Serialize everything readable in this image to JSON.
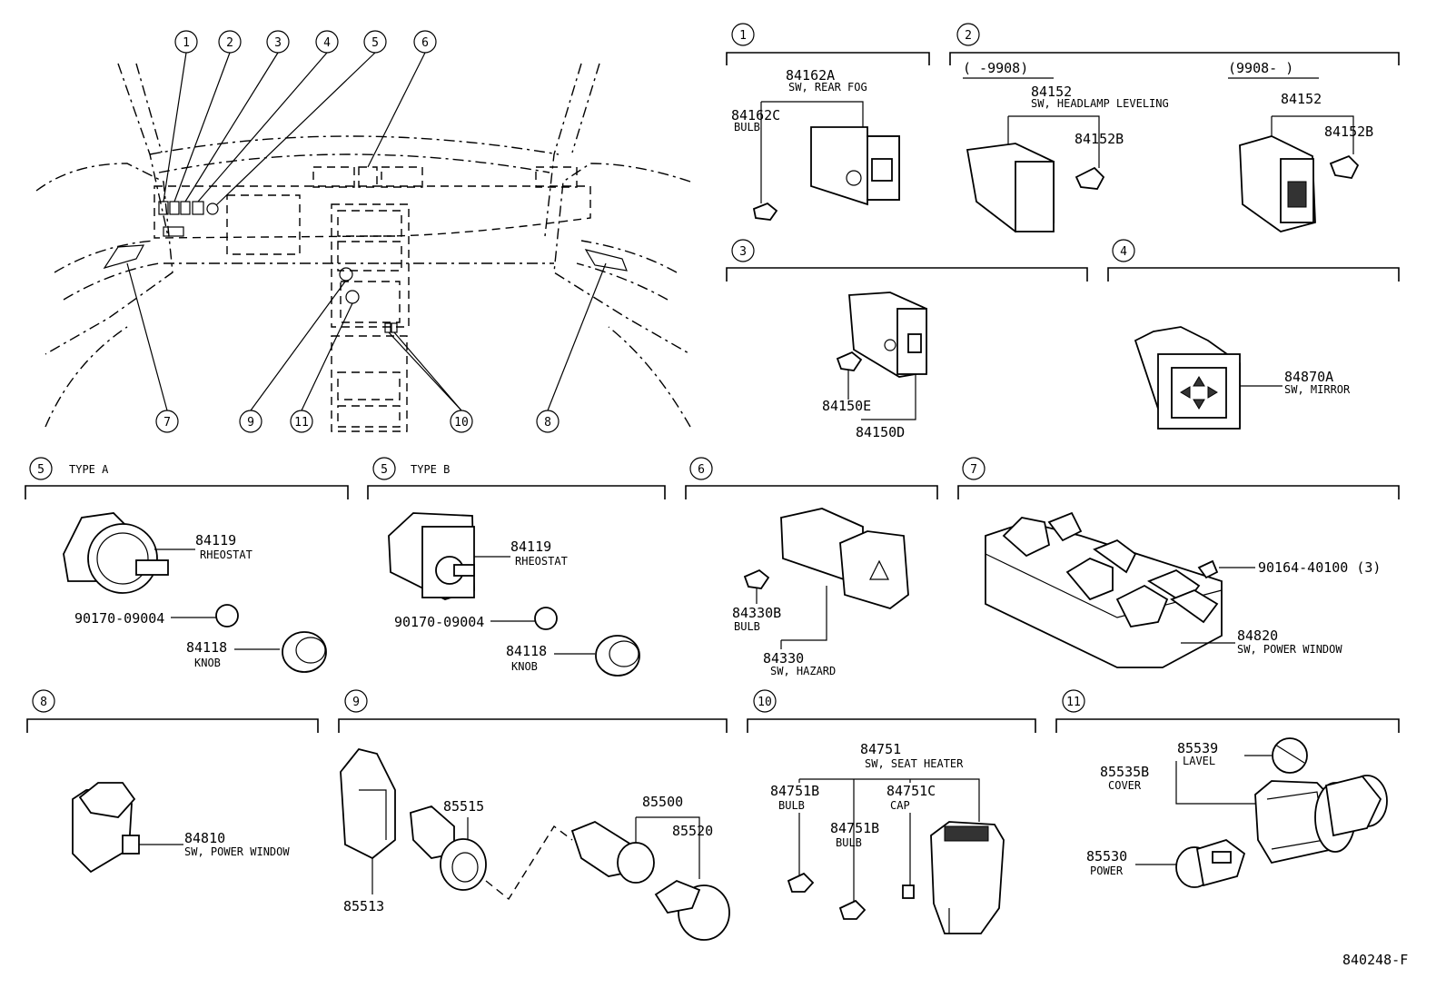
{
  "diagram_code": "840248-F",
  "overview_callouts": [
    "1",
    "2",
    "3",
    "4",
    "5",
    "6",
    "7",
    "8",
    "9",
    "10",
    "11"
  ],
  "groups": {
    "g1": {
      "num": "1",
      "parts": [
        {
          "no": "84162A",
          "name": "SW, REAR FOG"
        },
        {
          "no": "84162C",
          "name": "BULB"
        }
      ]
    },
    "g2": {
      "num": "2",
      "range_a": "(    -9908)",
      "range_b": "(9908-     )",
      "parts": [
        {
          "no": "84152",
          "name": "SW, HEADLAMP LEVELING"
        },
        {
          "no": "84152B",
          "name": ""
        },
        {
          "no": "84152",
          "name": ""
        },
        {
          "no": "84152B",
          "name": ""
        }
      ]
    },
    "g3": {
      "num": "3",
      "parts": [
        {
          "no": "84150E",
          "name": ""
        },
        {
          "no": "84150D",
          "name": ""
        }
      ]
    },
    "g4": {
      "num": "4",
      "parts": [
        {
          "no": "84870A",
          "name": "SW, MIRROR"
        }
      ]
    },
    "g5a": {
      "num": "5",
      "type": "TYPE A",
      "parts": [
        {
          "no": "84119",
          "name": "RHEOSTAT"
        },
        {
          "no": "90170-09004",
          "name": ""
        },
        {
          "no": "84118",
          "name": "KNOB"
        }
      ]
    },
    "g5b": {
      "num": "5",
      "type": "TYPE B",
      "parts": [
        {
          "no": "84119",
          "name": "RHEOSTAT"
        },
        {
          "no": "90170-09004",
          "name": ""
        },
        {
          "no": "84118",
          "name": "KNOB"
        }
      ]
    },
    "g6": {
      "num": "6",
      "parts": [
        {
          "no": "84330B",
          "name": "BULB"
        },
        {
          "no": "84330",
          "name": "SW, HAZARD"
        }
      ]
    },
    "g7": {
      "num": "7",
      "parts": [
        {
          "no": "90164-40100 (3)",
          "name": ""
        },
        {
          "no": "84820",
          "name": "SW, POWER WINDOW"
        }
      ]
    },
    "g8": {
      "num": "8",
      "parts": [
        {
          "no": "84810",
          "name": "SW, POWER WINDOW"
        }
      ]
    },
    "g9": {
      "num": "9",
      "parts": [
        {
          "no": "85515",
          "name": ""
        },
        {
          "no": "85500",
          "name": ""
        },
        {
          "no": "85520",
          "name": ""
        },
        {
          "no": "85513",
          "name": ""
        }
      ]
    },
    "g10": {
      "num": "10",
      "parts": [
        {
          "no": "84751",
          "name": "SW, SEAT HEATER"
        },
        {
          "no": "84751B",
          "name": "BULB"
        },
        {
          "no": "84751C",
          "name": "CAP"
        },
        {
          "no": "84751B",
          "name": "BULB"
        }
      ]
    },
    "g11": {
      "num": "11",
      "parts": [
        {
          "no": "85539",
          "name": "LAVEL"
        },
        {
          "no": "85535B",
          "name": "COVER"
        },
        {
          "no": "85530",
          "name": "POWER"
        }
      ]
    }
  }
}
